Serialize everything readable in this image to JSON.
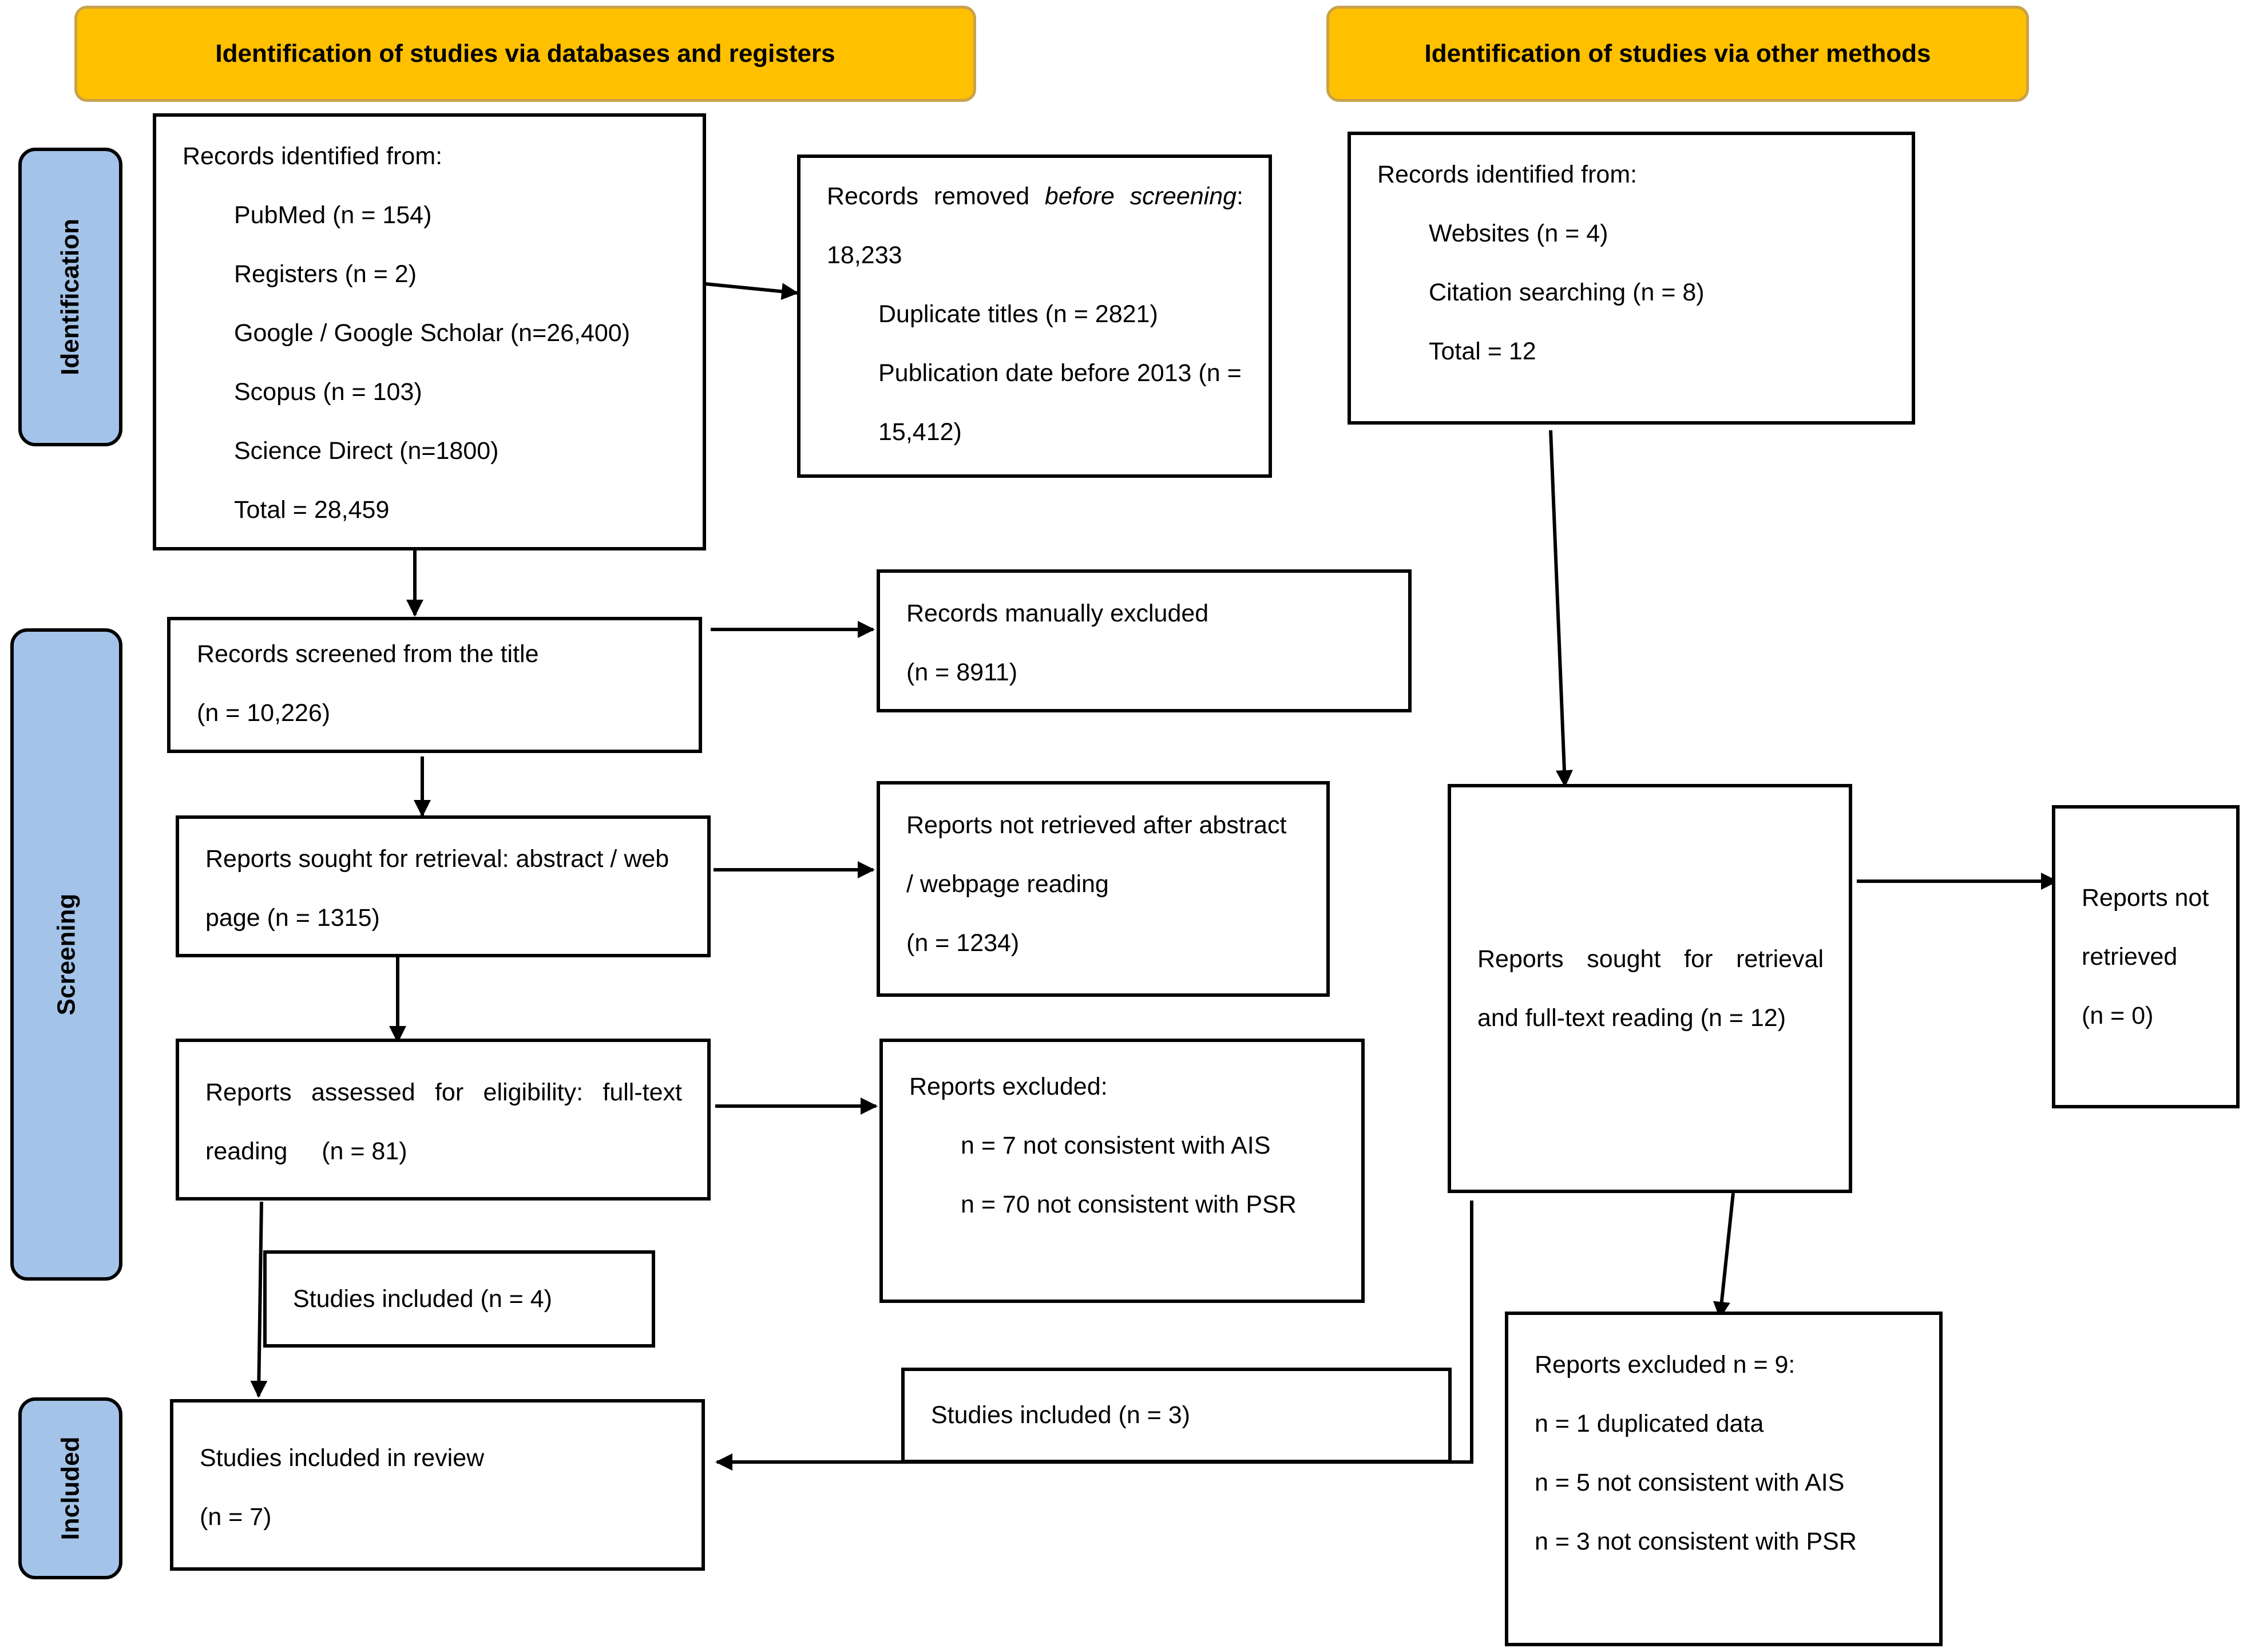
{
  "headers": {
    "databases": "Identification of studies via databases and registers",
    "other": "Identification of studies via other methods"
  },
  "phases": {
    "identification": "Identification",
    "screening": "Screening",
    "included": "Included"
  },
  "records_identified_db": {
    "title": "Records identified from:",
    "items": [
      "PubMed (n = 154)",
      "Registers (n = 2)",
      "Google / Google Scholar (n=26,400)",
      "Scopus (n = 103)",
      "Science Direct (n=1800)",
      "Total = 28,459"
    ]
  },
  "records_removed": {
    "label_a": "Records removed",
    "label_em": "before screening",
    "label_b": ":",
    "count": "18,233",
    "duplicates": "Duplicate titles (n = 2821)",
    "pubdate_a": "Publication date before 2013 (n =",
    "pubdate_b": "15,412)"
  },
  "records_identified_other": {
    "title": "Records identified from:",
    "items": [
      "Websites (n = 4)",
      "Citation searching (n = 8)",
      "Total = 12"
    ]
  },
  "records_screened": {
    "line1": "Records screened from the title",
    "line2": "(n = 10,226)"
  },
  "records_excluded_manual": {
    "line1": "Records manually excluded",
    "line2": "(n = 8911)"
  },
  "reports_sought_db": {
    "line1": "Reports sought for retrieval: abstract / web",
    "line2": "page (n = 1315)"
  },
  "reports_not_retrieved_db": {
    "line1": "Reports not retrieved after abstract",
    "line2": "/ webpage reading",
    "line3": "(n = 1234)"
  },
  "reports_assessed": {
    "line1": "Reports assessed for eligibility: full-text",
    "line2a": "reading",
    "line2b": "(n = 81)"
  },
  "reports_excluded_db": {
    "title": "Reports excluded:",
    "items": [
      "n = 7 not consistent with AIS",
      "n = 70 not consistent with PSR"
    ]
  },
  "reports_sought_other": {
    "line1": "Reports sought for retrieval",
    "line2": "and full-text reading (n = 12)"
  },
  "reports_not_retrieved_other": {
    "line1": "Reports not",
    "line2": "retrieved",
    "line3": "(n = 0)"
  },
  "studies_included_db": "Studies included (n = 4)",
  "studies_included_other": "Studies included (n = 3)",
  "reports_excluded_other": {
    "title": "Reports excluded n = 9:",
    "items": [
      "n = 1 duplicated data",
      "n = 5 not consistent with AIS",
      "n = 3 not consistent with PSR"
    ]
  },
  "studies_in_review": {
    "line1": "Studies included in review",
    "line2": "(n = 7)"
  },
  "colors": {
    "header_fill": "#FFC000",
    "header_border": "#C9A24A",
    "phase_fill": "#A4C3E8",
    "stroke": "#000000"
  }
}
